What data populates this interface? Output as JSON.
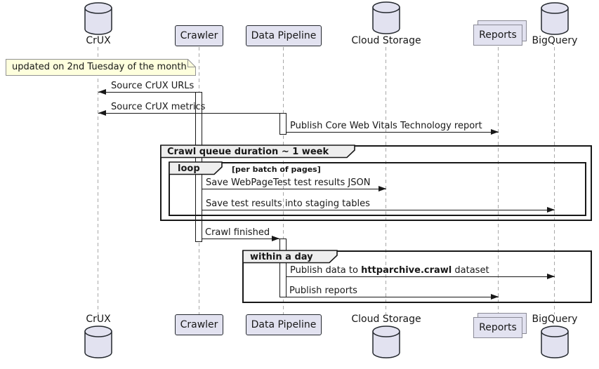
{
  "colors": {
    "participant_fill": "#E2E2F0",
    "participant_border": "#24282e",
    "collections_border": "#8a8a96",
    "note_fill": "#FEFFDD",
    "note_border": "#929292",
    "group_header_fill": "#EEEEEE",
    "line_color": "#181818",
    "lifeline_color": "#a8a8a8"
  },
  "participants": [
    {
      "label": "CrUX",
      "type": "database"
    },
    {
      "label": "Crawler",
      "type": "participant"
    },
    {
      "label": "Data Pipeline",
      "type": "participant"
    },
    {
      "label": "Cloud Storage",
      "type": "database"
    },
    {
      "label": "Reports",
      "type": "collections"
    },
    {
      "label": "BigQuery",
      "type": "database"
    }
  ],
  "note": {
    "text": "updated on 2nd Tuesday of the month"
  },
  "groups": {
    "crawl_queue": {
      "title": "Crawl queue duration ~ 1 week"
    },
    "loop": {
      "title": "loop",
      "condition": "[per batch of pages]"
    },
    "within_a_day": {
      "title": "within a day"
    }
  },
  "messages": [
    {
      "label": "Source CrUX URLs",
      "from": "Crawler",
      "to": "CrUX"
    },
    {
      "label": "Source CrUX metrics",
      "from": "Data Pipeline",
      "to": "CrUX"
    },
    {
      "label": "Publish Core Web Vitals Technology report",
      "from": "Data Pipeline",
      "to": "Reports"
    },
    {
      "label": "Save WebPageTest test results JSON",
      "from": "Crawler",
      "to": "Cloud Storage"
    },
    {
      "label": "Save test results into staging tables",
      "from": "Crawler",
      "to": "BigQuery"
    },
    {
      "label": "Crawl finished",
      "from": "Crawler",
      "to": "Data Pipeline"
    },
    {
      "label_prefix": "Publish data to ",
      "label_bold": "httparchive.crawl",
      "label_suffix": " dataset",
      "from": "Data Pipeline",
      "to": "BigQuery"
    },
    {
      "label": "Publish reports",
      "from": "Data Pipeline",
      "to": "Reports"
    }
  ]
}
